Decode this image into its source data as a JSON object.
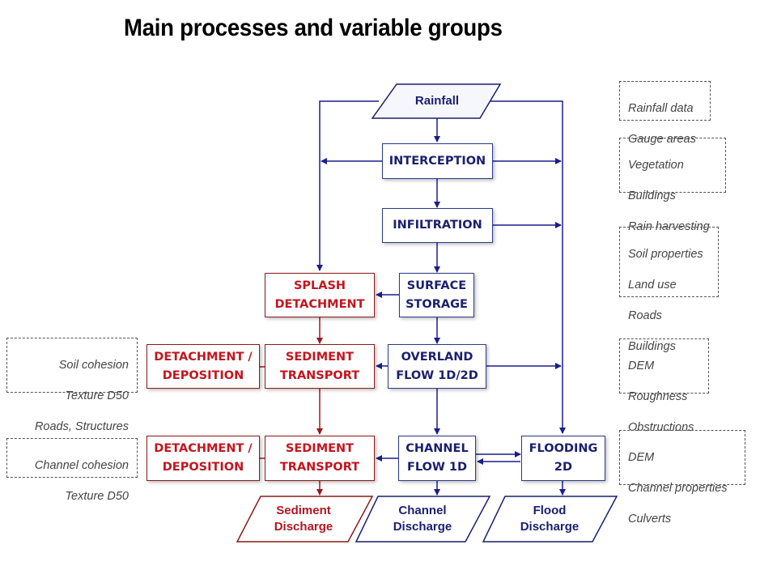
{
  "title": "Main processes and variable groups",
  "colors": {
    "process": "#1a1f6e",
    "sediment": "#c2161f",
    "process_border": "#2a3a8a",
    "sediment_border": "#8b1a1a"
  },
  "inputs": {
    "rainfall": "Rainfall"
  },
  "processes": {
    "interception": "INTERCEPTION",
    "infiltration": "INFILTRATION",
    "surface_storage": [
      "SURFACE",
      "STORAGE"
    ],
    "overland_flow": [
      "OVERLAND",
      "FLOW 1D/2D"
    ],
    "channel_flow": [
      "CHANNEL",
      "FLOW 1D"
    ],
    "flooding": [
      "FLOODING",
      "2D"
    ]
  },
  "sediment_processes": {
    "splash_detachment": [
      "SPLASH",
      "DETACHMENT"
    ],
    "sediment_transport_1": [
      "SEDIMENT",
      "TRANSPORT"
    ],
    "sediment_transport_2": [
      "SEDIMENT",
      "TRANSPORT"
    ],
    "detachment_deposition_1": [
      "DETACHMENT /",
      "DEPOSITION"
    ],
    "detachment_deposition_2": [
      "DETACHMENT /",
      "DEPOSITION"
    ]
  },
  "outputs": {
    "sediment_discharge": [
      "Sediment",
      "Discharge"
    ],
    "channel_discharge": [
      "Channel",
      "Discharge"
    ],
    "flood_discharge": [
      "Flood",
      "Discharge"
    ]
  },
  "variable_groups": {
    "rainfall": [
      "Rainfall data",
      "Gauge areas"
    ],
    "interception": [
      "Vegetation",
      "Buildings",
      "Rain harvesting"
    ],
    "infiltration": [
      "Soil properties",
      "Land use",
      "Roads",
      "Buildings"
    ],
    "overland": [
      "DEM",
      "Roughness",
      "Obstructions"
    ],
    "channel": [
      "DEM",
      "Channel properties",
      "Culverts"
    ],
    "soil_erosion": [
      "Soil cohesion",
      "Texture D50",
      "Roads, Structures"
    ],
    "channel_erosion": [
      "Channel cohesion",
      "Texture D50"
    ]
  }
}
